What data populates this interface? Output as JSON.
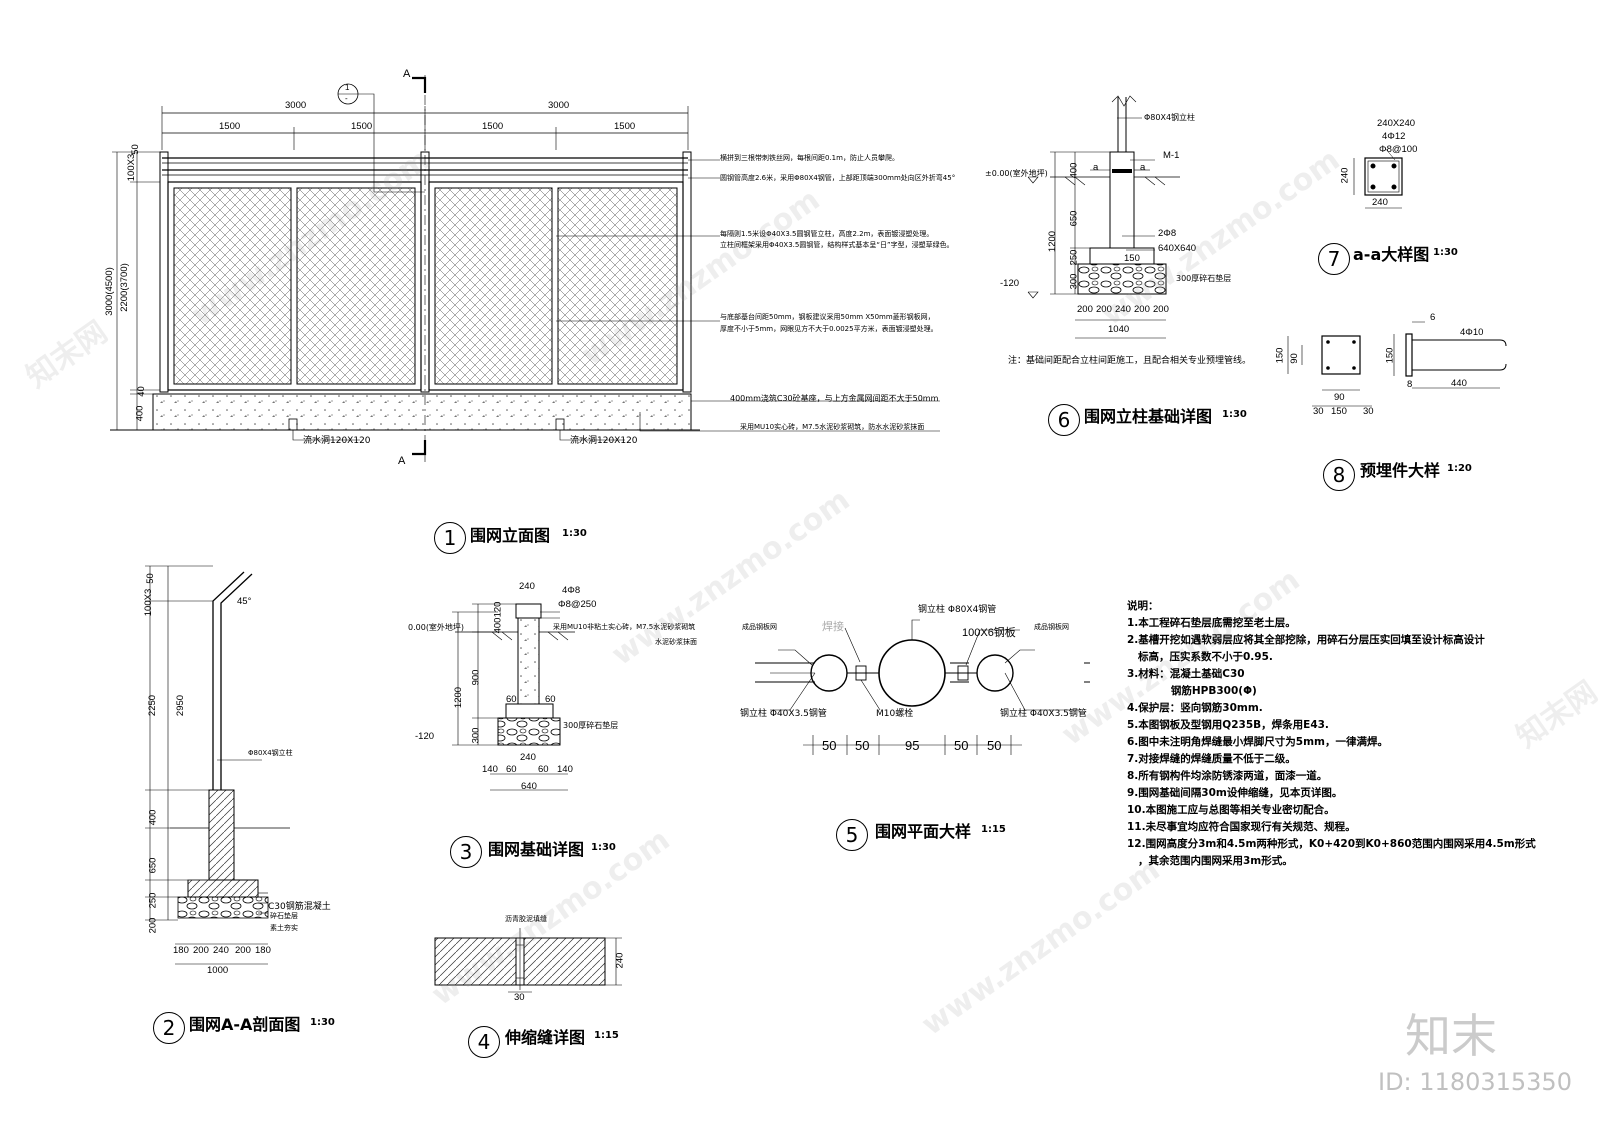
{
  "watermark": {
    "url": "www.znzmo.com",
    "brand": "知末网",
    "logo": "知末",
    "id": "ID: 1180315350"
  },
  "titles": {
    "d1": {
      "num": "1",
      "name": "围网立面图",
      "scale": "1:30"
    },
    "d2": {
      "num": "2",
      "name": "围网A-A剖面图",
      "scale": "1:30"
    },
    "d3": {
      "num": "3",
      "name": "围网基础详图",
      "scale": "1:30"
    },
    "d4": {
      "num": "4",
      "name": "伸缩缝详图",
      "scale": "1:15"
    },
    "d5": {
      "num": "5",
      "name": "围网平面大样",
      "scale": "1:15"
    },
    "d6": {
      "num": "6",
      "name": "围网立柱基础详图",
      "scale": "1:30"
    },
    "d7": {
      "num": "7",
      "name": "a-a大样图",
      "scale": "1:30"
    },
    "d8": {
      "num": "8",
      "name": "预埋件大样",
      "scale": "1:20"
    }
  },
  "elevation": {
    "section_mark": "A",
    "callout_top": "1",
    "callout_bot": "-",
    "dims_top": [
      "3000",
      "3000"
    ],
    "dims_sub": [
      "1500",
      "1500",
      "1500",
      "1500"
    ],
    "dims_left": [
      "50",
      "100X3",
      "2200(3700)",
      "40",
      "400",
      "3000(4500)"
    ],
    "labels": [
      "横拼到三根带刺铁丝网，每根间距0.1m，防止人员攀爬。",
      "圆钢管高度2.6米，采用Φ80X4钢管，上部距顶端300mm处向区外折弯45°",
      "每隔则1.5米设Φ40X3.5圆钢管立柱，高度2.2m，表面镀浸塑处理。",
      "立柱间框架采用Φ40X3.5圆钢管，结构样式基本呈“日”字型，浸塑草绿色。",
      "与底部基台间距50mm，钢板建议采用50mm X50mm菱形钢板网，",
      "厚度不小于5mm，网眼见方不大于0.0025平方米，表面镀浸塑处理。",
      "400mm浇筑C30砼基座，与上方金属网间距不大于50mm",
      "采用MU10实心砖，M7.5水泥砂浆砌筑，防水水泥砂浆抹面"
    ],
    "drain1": "流水洞120X120",
    "drain2": "流水洞120X120"
  },
  "section_aa": {
    "dims_left": [
      "50",
      "100X3",
      "2250",
      "400",
      "650",
      "250",
      "200"
    ],
    "dim_2950": "2950",
    "angle": "45°",
    "post": "Φ80X4钢立柱",
    "labels": [
      "C30钢筋混凝土",
      "碎石垫层",
      "素土夯实"
    ],
    "dims_bottom": [
      "180",
      "200",
      "240",
      "200",
      "180"
    ],
    "dim_total": "1000"
  },
  "foundation": {
    "top_w": "240",
    "rebar": "4Φ8",
    "stirrup": "Φ8@250",
    "ground": "0.00(室外地坪)",
    "wall_note_1": "采用MU10非粘土实心砖，M7.5水泥砂浆砌筑",
    "wall_note_2": "水泥砂浆抹面",
    "dims_left": [
      "120",
      "400",
      "1200",
      "900",
      "300"
    ],
    "minus": "-120",
    "steps": [
      "60",
      "60"
    ],
    "gravel": "300厚碎石垫层",
    "dims_bottom_top": "240",
    "dims_bottom": [
      "140",
      "60",
      "60",
      "140"
    ],
    "dim_total": "640"
  },
  "expansion": {
    "label": "沥青胶泥填缝",
    "height": "240",
    "gap": "30"
  },
  "plan": {
    "steel_post": "钢立柱 Φ80X4钢管",
    "plate": "100X6钢板",
    "weld": "焊接",
    "mesh_l": "成品钢板网",
    "mesh_r": "成品钢板网",
    "post_l": "钢立柱 Φ40X3.5钢管",
    "post_r": "钢立柱 Φ40X3.5钢管",
    "bolt": "M10螺栓",
    "dims": [
      "50",
      "50",
      "95",
      "50",
      "50"
    ]
  },
  "post_foundation": {
    "post": "Φ80X4钢立柱",
    "ground": "±0.00(室外地坪)",
    "mark": "M-1",
    "a": "a",
    "dims_left": [
      "400",
      "1200",
      "650",
      "250",
      "300"
    ],
    "rebar": "2Φ8",
    "size": "640X640",
    "w150": "150",
    "minus": "-120",
    "gravel": "300厚碎石垫层",
    "dims_bottom": [
      "200",
      "200",
      "240",
      "200",
      "200"
    ],
    "dim_total": "1040",
    "note": "注：基础间距配合立柱间距施工，且配合相关专业预埋管线。"
  },
  "aa_detail": {
    "size": "240X240",
    "rebar": "4Φ12",
    "stirrup": "Φ8@100",
    "h": "240",
    "w": "240"
  },
  "embed": {
    "h1": "150",
    "h2": "90",
    "w1": "90",
    "w_row": [
      "30",
      "150",
      "30"
    ],
    "side_h": "150",
    "bar": "4Φ10",
    "len": "440",
    "six": "6",
    "eight": "8"
  },
  "notes": {
    "heading": "说明：",
    "items": [
      "1.本工程碎石垫层底需挖至老土层。",
      "2.基槽开挖如遇软弱层应将其全部挖除，用碎石分层压实回填至设计标高设计",
      "   标高，压实系数不小于0.95.",
      "3.材料：混凝土基础C30",
      "            钢筋HPB300(Φ)",
      "4.保护层：竖向钢筋30mm.",
      "5.本图钢板及型钢用Q235B，焊条用E43.",
      "6.图中未注明角焊缝最小焊脚尺寸为5mm，一律满焊。",
      "7.对接焊缝的焊缝质量不低于二级。",
      "8.所有钢构件均涂防锈漆两道，面漆一道。",
      "9.围网基础间隔30m设伸缩缝，见本页详图。",
      "10.本图施工应与总图等相关专业密切配合。",
      "11.未尽事宜均应符合国家现行有关规范、规程。",
      "12.围网高度分3m和4.5m两种形式，K0+420到K0+860范围内围网采用4.5m形式",
      "   ，其余范围内围网采用3m形式。"
    ]
  }
}
